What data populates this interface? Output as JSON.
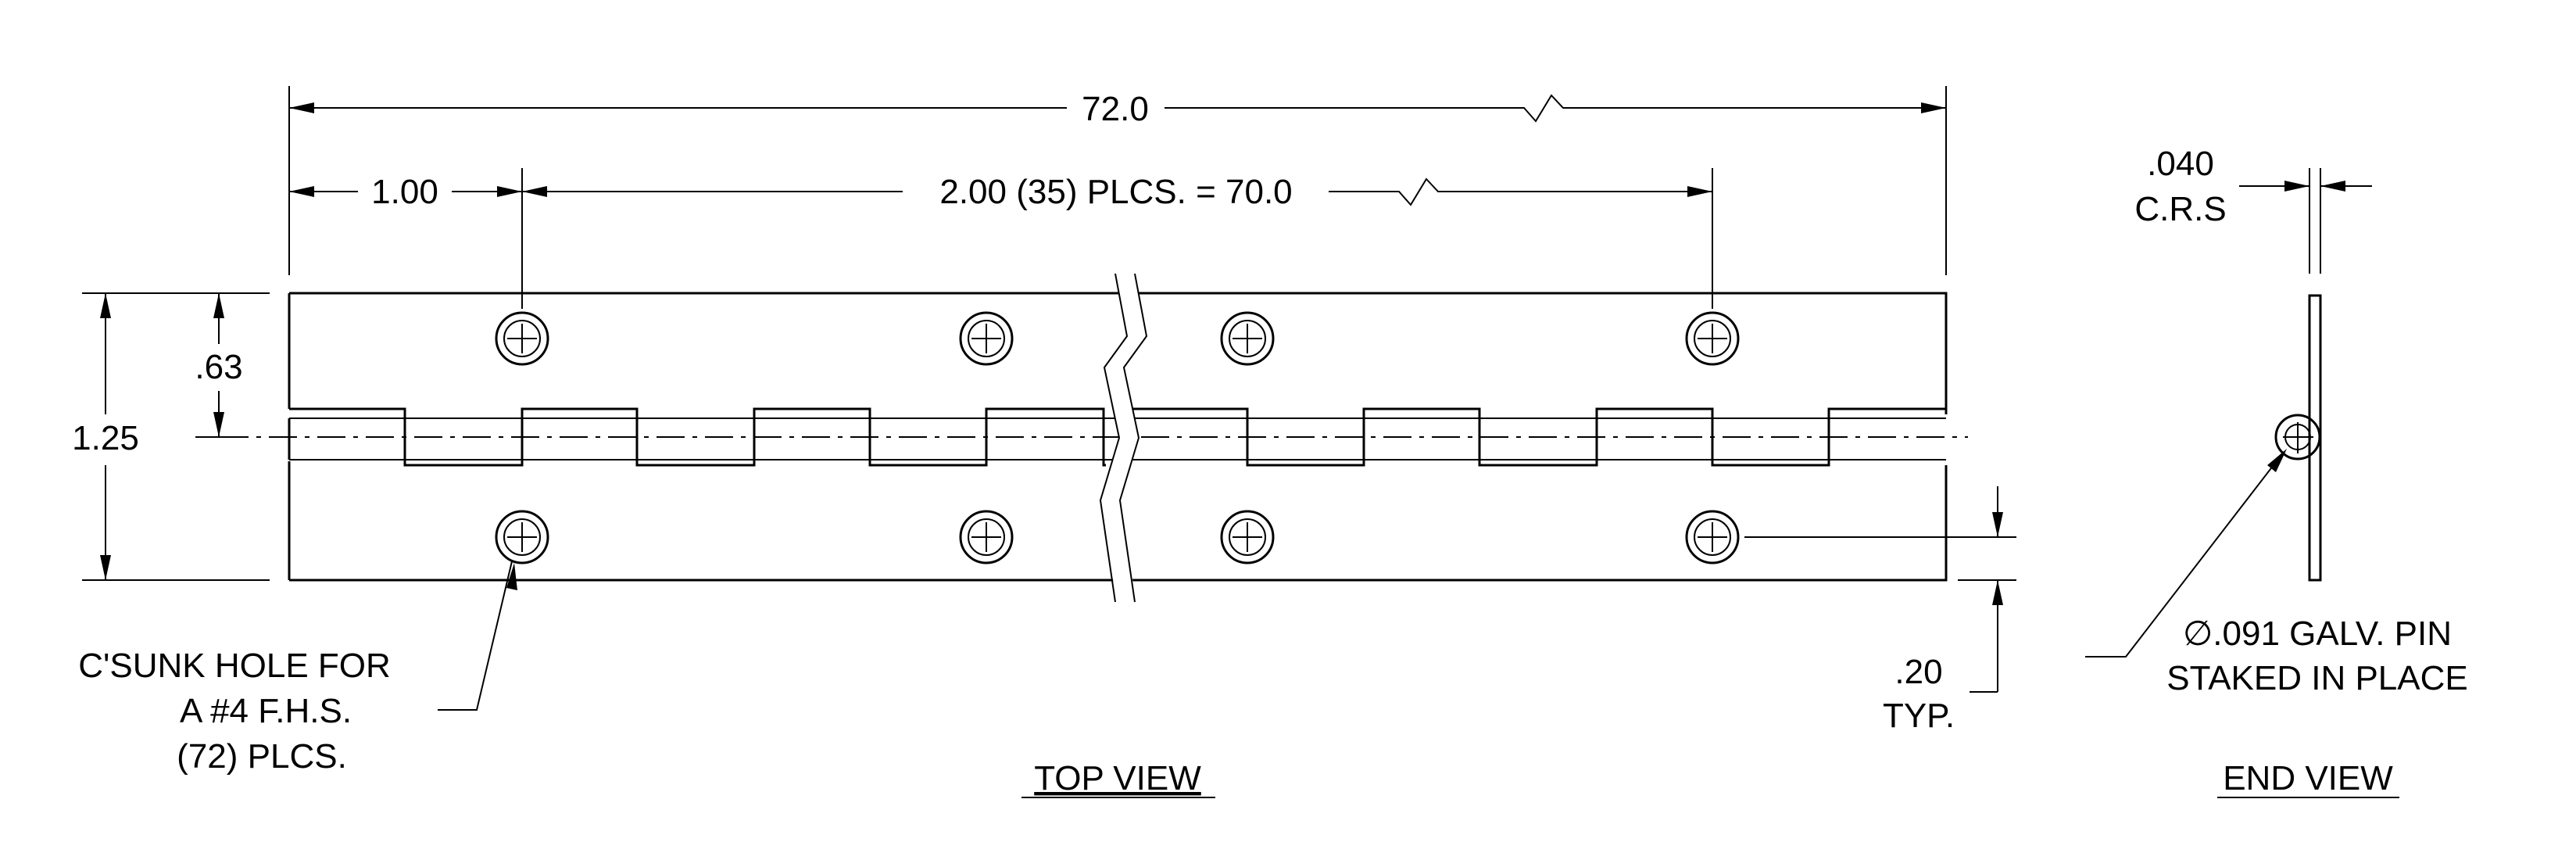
{
  "dimensions": {
    "overall_length": "72.0",
    "end_offset": "1.00",
    "hole_spacing": "2.00 (35) PLCS. = 70.0",
    "hole_from_center": ".63",
    "overall_width": "1.25",
    "edge_distance": ".20",
    "edge_distance_note": "TYP.",
    "thickness": ".040",
    "thickness_material": "C.R.S"
  },
  "notes": {
    "hole_line1": "C'SUNK HOLE FOR",
    "hole_line2": "A #4 F.H.S.",
    "hole_line3": "(72) PLCS.",
    "pin_line1": "∅.091 GALV. PIN",
    "pin_line2": "STAKED IN PLACE"
  },
  "views": {
    "top": "TOP VIEW",
    "end": "END VIEW"
  }
}
